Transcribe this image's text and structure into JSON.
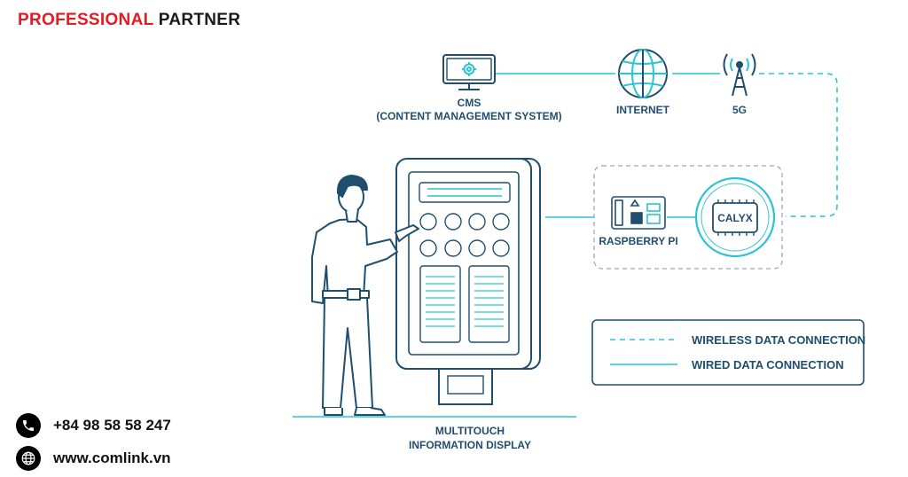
{
  "brand": {
    "word1": "PROFESSIONAL",
    "word2": "PARTNER"
  },
  "colors": {
    "brand_red": "#e31b23",
    "line_blue": "#1f4e6e",
    "accent_cyan": "#2cc3d4"
  },
  "nodes": {
    "cms": {
      "line1": "CMS",
      "line2": "(CONTENT MANAGEMENT SYSTEM)",
      "icon": "monitor-gear-icon"
    },
    "internet": {
      "label": "INTERNET",
      "icon": "globe-icon"
    },
    "fiveg": {
      "label": "5G",
      "icon": "cell-tower-icon"
    },
    "raspberry": {
      "label": "RASPBERRY PI",
      "icon": "circuit-board-icon"
    },
    "calyx": {
      "label": "CALYX",
      "icon": "chip-icon"
    },
    "display": {
      "line1": "MULTITOUCH",
      "line2": "INFORMATION DISPLAY",
      "icon": "kiosk-icon"
    }
  },
  "legend": {
    "wireless": "WIRELESS DATA CONNECTION",
    "wired": "WIRED DATA CONNECTION"
  },
  "contact": {
    "phone": "+84 98 58 58 247",
    "website": "www.comlink.vn"
  }
}
